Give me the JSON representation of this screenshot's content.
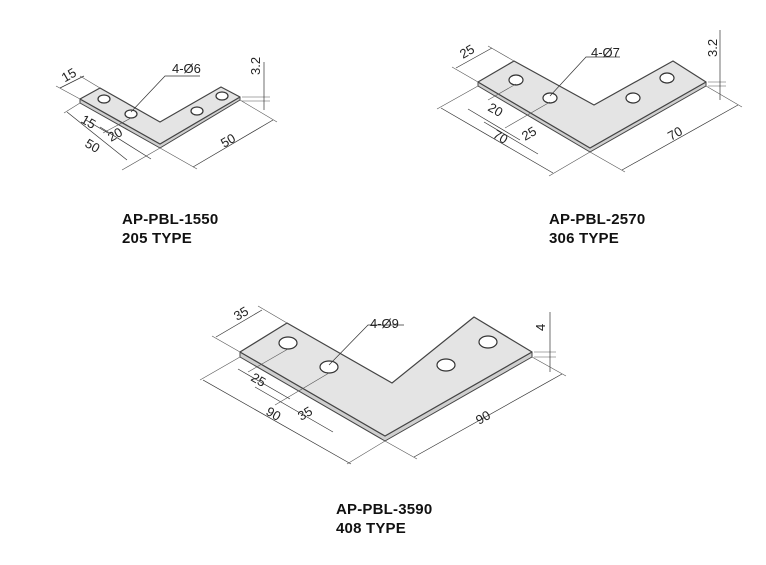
{
  "parts": [
    {
      "code": "AP-PBL-1550",
      "type": "205 TYPE",
      "thickness": "3.2",
      "holes": "4-Ø6",
      "width": "15",
      "leg_left": "50",
      "leg_right": "50",
      "hole_edge": "15",
      "hole_pitch": "20"
    },
    {
      "code": "AP-PBL-2570",
      "type": "306 TYPE",
      "thickness": "3.2",
      "holes": "4-Ø7",
      "width": "25",
      "leg_left": "70",
      "leg_right": "70",
      "hole_edge": "20",
      "hole_pitch": "25"
    },
    {
      "code": "AP-PBL-3590",
      "type": "408 TYPE",
      "thickness": "4",
      "holes": "4-Ø9",
      "width": "35",
      "leg_left": "90",
      "leg_right": "90",
      "hole_edge": "25",
      "hole_pitch": "35"
    }
  ]
}
